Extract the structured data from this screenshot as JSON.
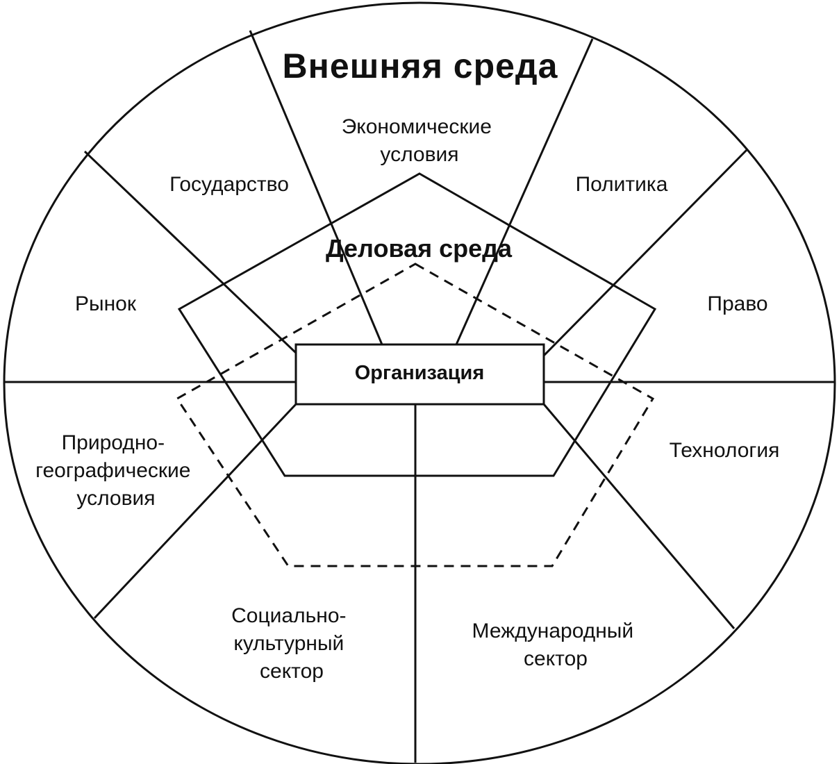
{
  "diagram": {
    "outer_title": "Внешняя среда",
    "business_title": "Деловая среда",
    "center_title": "Организация",
    "sectors": {
      "economic": [
        "Экономические",
        "условия"
      ],
      "state": [
        "Государство"
      ],
      "politics": [
        "Политика"
      ],
      "market": [
        "Рынок"
      ],
      "law": [
        "Право"
      ],
      "natural": [
        "Природно-",
        "географические",
        "условия"
      ],
      "technology": [
        "Технология"
      ],
      "social": [
        "Социально-",
        "культурный",
        "сектор"
      ],
      "international": [
        "Международный",
        "сектор"
      ]
    }
  }
}
